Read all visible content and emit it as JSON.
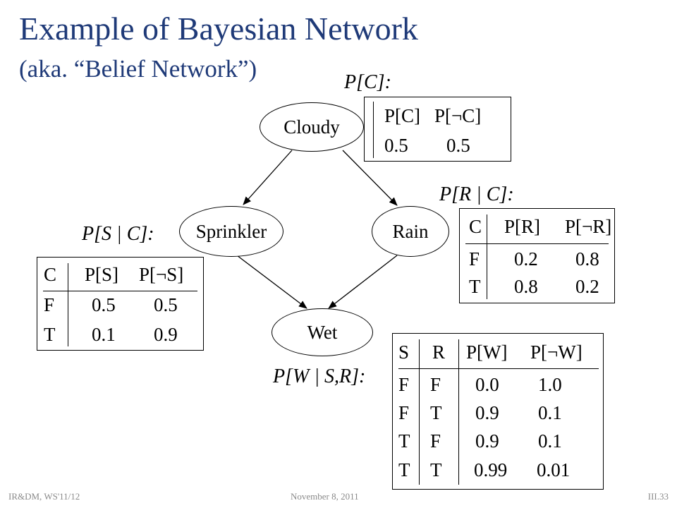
{
  "slide": {
    "title": "Example of Bayesian Network",
    "subtitle": "(aka. “Belief Network”)"
  },
  "nodes": {
    "cloudy": "Cloudy",
    "sprinkler": "Sprinkler",
    "rain": "Rain",
    "wet": "Wet"
  },
  "captions": {
    "pc": "P[C]:",
    "prc": "P[R | C]:",
    "psc": "P[S | C]:",
    "pwsr": "P[W | S,R]:"
  },
  "tables": {
    "pc": {
      "headers": [
        "P[C]",
        "P[¬C]"
      ],
      "rows": [
        [
          "0.5",
          "0.5"
        ]
      ]
    },
    "prc": {
      "headers": [
        "C",
        "P[R]",
        "P[¬R]"
      ],
      "rows": [
        [
          "F",
          "0.2",
          "0.8"
        ],
        [
          "T",
          "0.8",
          "0.2"
        ]
      ]
    },
    "psc": {
      "headers": [
        "C",
        "P[S]",
        "P[¬S]"
      ],
      "rows": [
        [
          "F",
          "0.5",
          "0.5"
        ],
        [
          "T",
          "0.1",
          "0.9"
        ]
      ]
    },
    "pwsr": {
      "headers": [
        "S",
        "R",
        "P[W]",
        "P[¬W]"
      ],
      "rows": [
        [
          "F",
          "F",
          "0.0",
          "1.0"
        ],
        [
          "F",
          "T",
          "0.9",
          "0.1"
        ],
        [
          "T",
          "F",
          "0.9",
          "0.1"
        ],
        [
          "T",
          "T",
          "0.99",
          "0.01"
        ]
      ]
    }
  },
  "footer": {
    "left": "IR&DM, WS'11/12",
    "center": "November 8, 2011",
    "right": "III.33"
  },
  "colors": {
    "title": "#1f3a78",
    "footer": "#8a8a8a"
  }
}
